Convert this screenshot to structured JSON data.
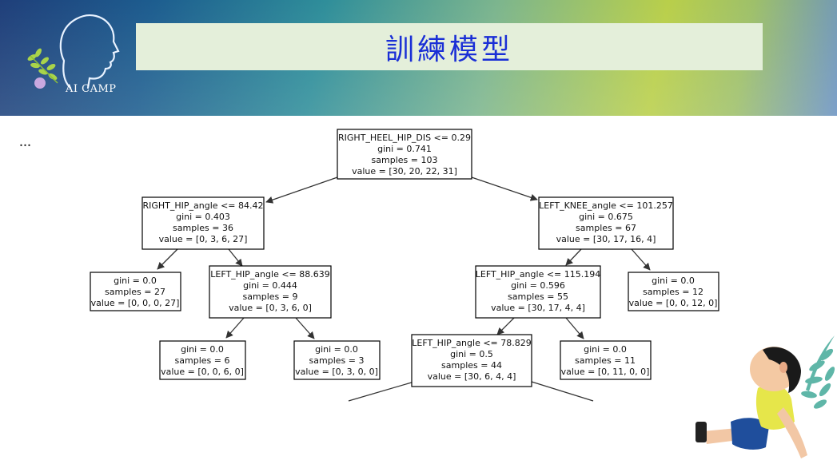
{
  "header": {
    "title": "訓練模型",
    "logo_text": "AI CAMP"
  },
  "body": {
    "ellipsis": "..."
  },
  "tree": {
    "nodes": [
      {
        "id": "root",
        "lines": [
          "RIGHT_HEEL_HIP_DIS <= 0.29",
          "gini = 0.741",
          "samples = 103",
          "value = [30, 20, 22, 31]"
        ]
      },
      {
        "id": "n1",
        "lines": [
          "RIGHT_HIP_angle <= 84.42",
          "gini = 0.403",
          "samples = 36",
          "value = [0, 3, 6, 27]"
        ]
      },
      {
        "id": "n2",
        "lines": [
          "LEFT_KNEE_angle <= 101.257",
          "gini = 0.675",
          "samples = 67",
          "value = [30, 17, 16, 4]"
        ]
      },
      {
        "id": "n3",
        "lines": [
          "gini = 0.0",
          "samples = 27",
          "value = [0, 0, 0, 27]"
        ]
      },
      {
        "id": "n4",
        "lines": [
          "LEFT_HIP_angle <= 88.639",
          "gini = 0.444",
          "samples = 9",
          "value = [0, 3, 6, 0]"
        ]
      },
      {
        "id": "n5",
        "lines": [
          "LEFT_HIP_angle <= 115.194",
          "gini = 0.596",
          "samples = 55",
          "value = [30, 17, 4, 4]"
        ]
      },
      {
        "id": "n6",
        "lines": [
          "gini = 0.0",
          "samples = 12",
          "value = [0, 0, 12, 0]"
        ]
      },
      {
        "id": "n7",
        "lines": [
          "gini = 0.0",
          "samples = 6",
          "value = [0, 0, 6, 0]"
        ]
      },
      {
        "id": "n8",
        "lines": [
          "gini = 0.0",
          "samples = 3",
          "value = [0, 3, 0, 0]"
        ]
      },
      {
        "id": "n9",
        "lines": [
          "LEFT_HIP_angle <= 78.829",
          "gini = 0.5",
          "samples = 44",
          "value = [30, 6, 4, 4]"
        ]
      },
      {
        "id": "n10",
        "lines": [
          "gini = 0.0",
          "samples = 11",
          "value = [0, 11, 0, 0]"
        ]
      }
    ]
  }
}
